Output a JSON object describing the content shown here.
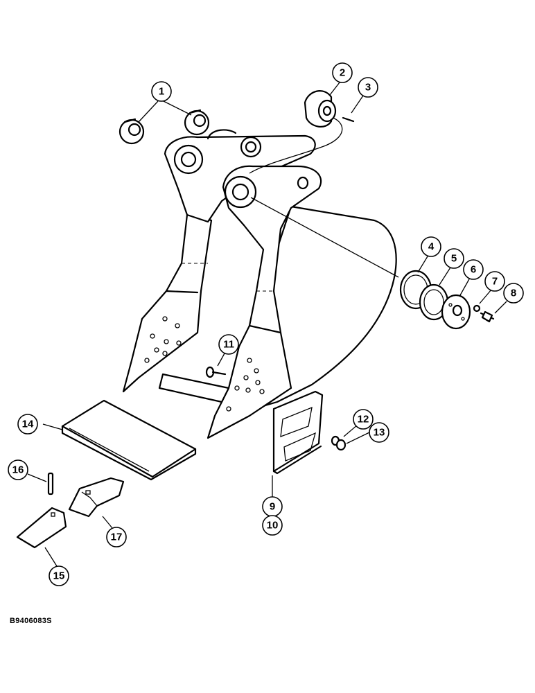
{
  "figure_id": "B9406083S",
  "callouts": [
    {
      "id": "callout-1",
      "label": "1"
    },
    {
      "id": "callout-2",
      "label": "2"
    },
    {
      "id": "callout-3",
      "label": "3"
    },
    {
      "id": "callout-4",
      "label": "4"
    },
    {
      "id": "callout-5",
      "label": "5"
    },
    {
      "id": "callout-6",
      "label": "6"
    },
    {
      "id": "callout-7",
      "label": "7"
    },
    {
      "id": "callout-8",
      "label": "8"
    },
    {
      "id": "callout-9",
      "label": "9"
    },
    {
      "id": "callout-10",
      "label": "10"
    },
    {
      "id": "callout-11",
      "label": "11"
    },
    {
      "id": "callout-12",
      "label": "12"
    },
    {
      "id": "callout-13",
      "label": "13"
    },
    {
      "id": "callout-14",
      "label": "14"
    },
    {
      "id": "callout-15",
      "label": "15"
    },
    {
      "id": "callout-16",
      "label": "16"
    },
    {
      "id": "callout-17",
      "label": "17"
    }
  ]
}
